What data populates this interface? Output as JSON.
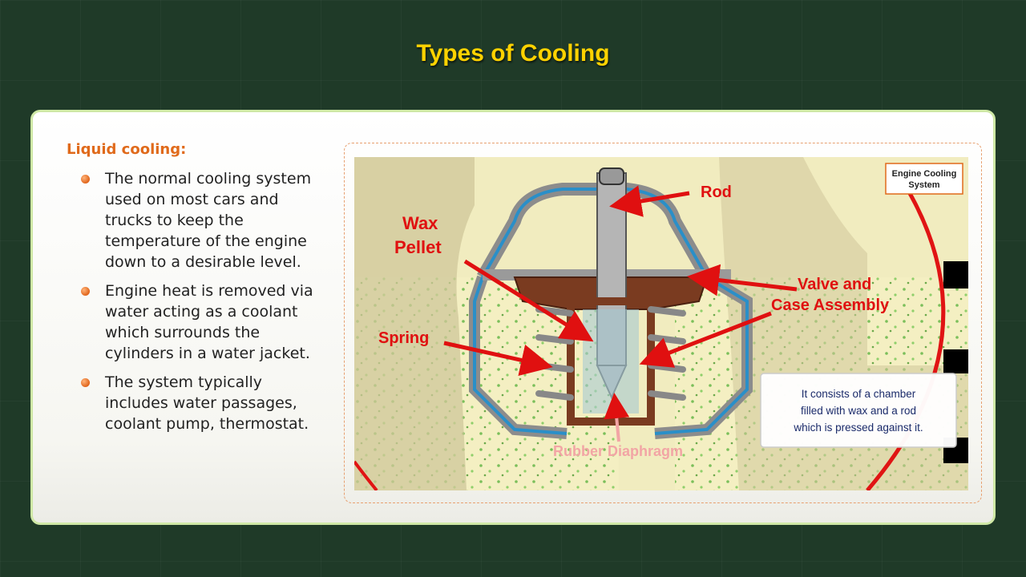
{
  "title": "Types of Cooling",
  "section": {
    "heading": "Liquid cooling:",
    "bullets": [
      "The normal cooling system used on most cars and trucks to keep the temperature of the engine down to a desirable level.",
      "Engine heat is removed via water acting as a coolant which surrounds the cylinders in a water jacket.",
      "The system typically includes water passages, coolant pump, thermostat."
    ]
  },
  "diagram": {
    "badge_line1": "Engine Cooling",
    "badge_line2": "System",
    "labels": {
      "rod": "Rod",
      "wax_line1": "Wax",
      "wax_line2": "Pellet",
      "valve_line1": "Valve and",
      "valve_line2": "Case Assembly",
      "spring": "Spring",
      "diaphragm": "Rubber Diaphragm"
    },
    "caption_line1": "It consists of a chamber",
    "caption_line2": "filled with wax and a rod",
    "caption_line3": "which is pressed against it."
  },
  "colors": {
    "title": "#ffd200",
    "heading": "#e06a1b",
    "label_red": "#e01010",
    "background": "#1f3a28"
  }
}
